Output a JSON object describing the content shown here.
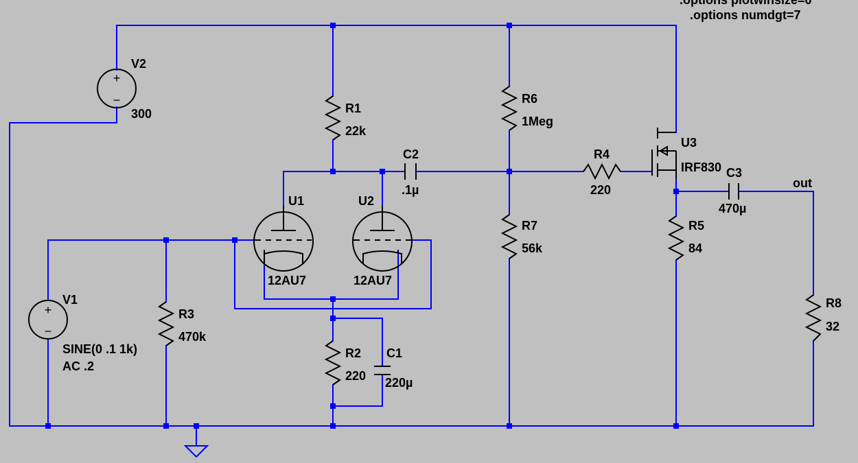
{
  "directives": [
    ".options plotwinsize=0",
    ".options numdgt=7"
  ],
  "net_labels": {
    "out": "out"
  },
  "components": {
    "V1": {
      "name": "V1",
      "value": "SINE(0 .1 1k)",
      "extra": "AC .2",
      "sign_plus": "+",
      "sign_minus": "−"
    },
    "V2": {
      "name": "V2",
      "value": "300",
      "sign_plus": "+",
      "sign_minus": "−"
    },
    "R1": {
      "name": "R1",
      "value": "22k"
    },
    "R2": {
      "name": "R2",
      "value": "220"
    },
    "R3": {
      "name": "R3",
      "value": "470k"
    },
    "R4": {
      "name": "R4",
      "value": "220"
    },
    "R5": {
      "name": "R5",
      "value": "84"
    },
    "R6": {
      "name": "R6",
      "value": "1Meg"
    },
    "R7": {
      "name": "R7",
      "value": "56k"
    },
    "R8": {
      "name": "R8",
      "value": "32"
    },
    "C1": {
      "name": "C1",
      "value": "220µ"
    },
    "C2": {
      "name": "C2",
      "value": ".1µ"
    },
    "C3": {
      "name": "C3",
      "value": "470µ"
    },
    "U1": {
      "name": "U1",
      "value": "12AU7"
    },
    "U2": {
      "name": "U2",
      "value": "12AU7"
    },
    "U3": {
      "name": "U3",
      "value": "IRF830"
    }
  },
  "colors": {
    "background": "#c0c0c0",
    "wire": "#0000ff",
    "component": "#000000",
    "text": "#000000"
  }
}
